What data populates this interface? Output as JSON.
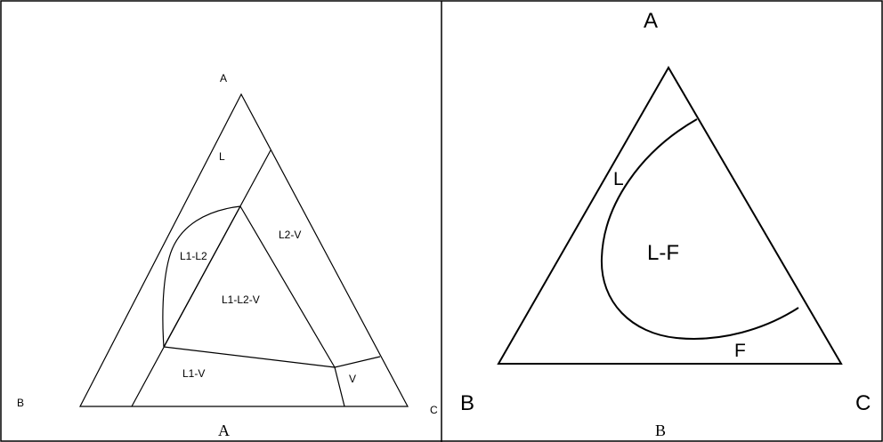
{
  "left_panel": {
    "caption": "A",
    "vertices": {
      "top": "A",
      "bottom_left": "B",
      "bottom_right": "C"
    },
    "regions": [
      "L",
      "L2-V",
      "L1-L2",
      "L1-L2-V",
      "L1-V",
      "V"
    ]
  },
  "right_panel": {
    "caption": "B",
    "vertices": {
      "top": "A",
      "bottom_left": "B",
      "bottom_right": "C"
    },
    "regions": [
      "L",
      "L-F",
      "F"
    ]
  }
}
